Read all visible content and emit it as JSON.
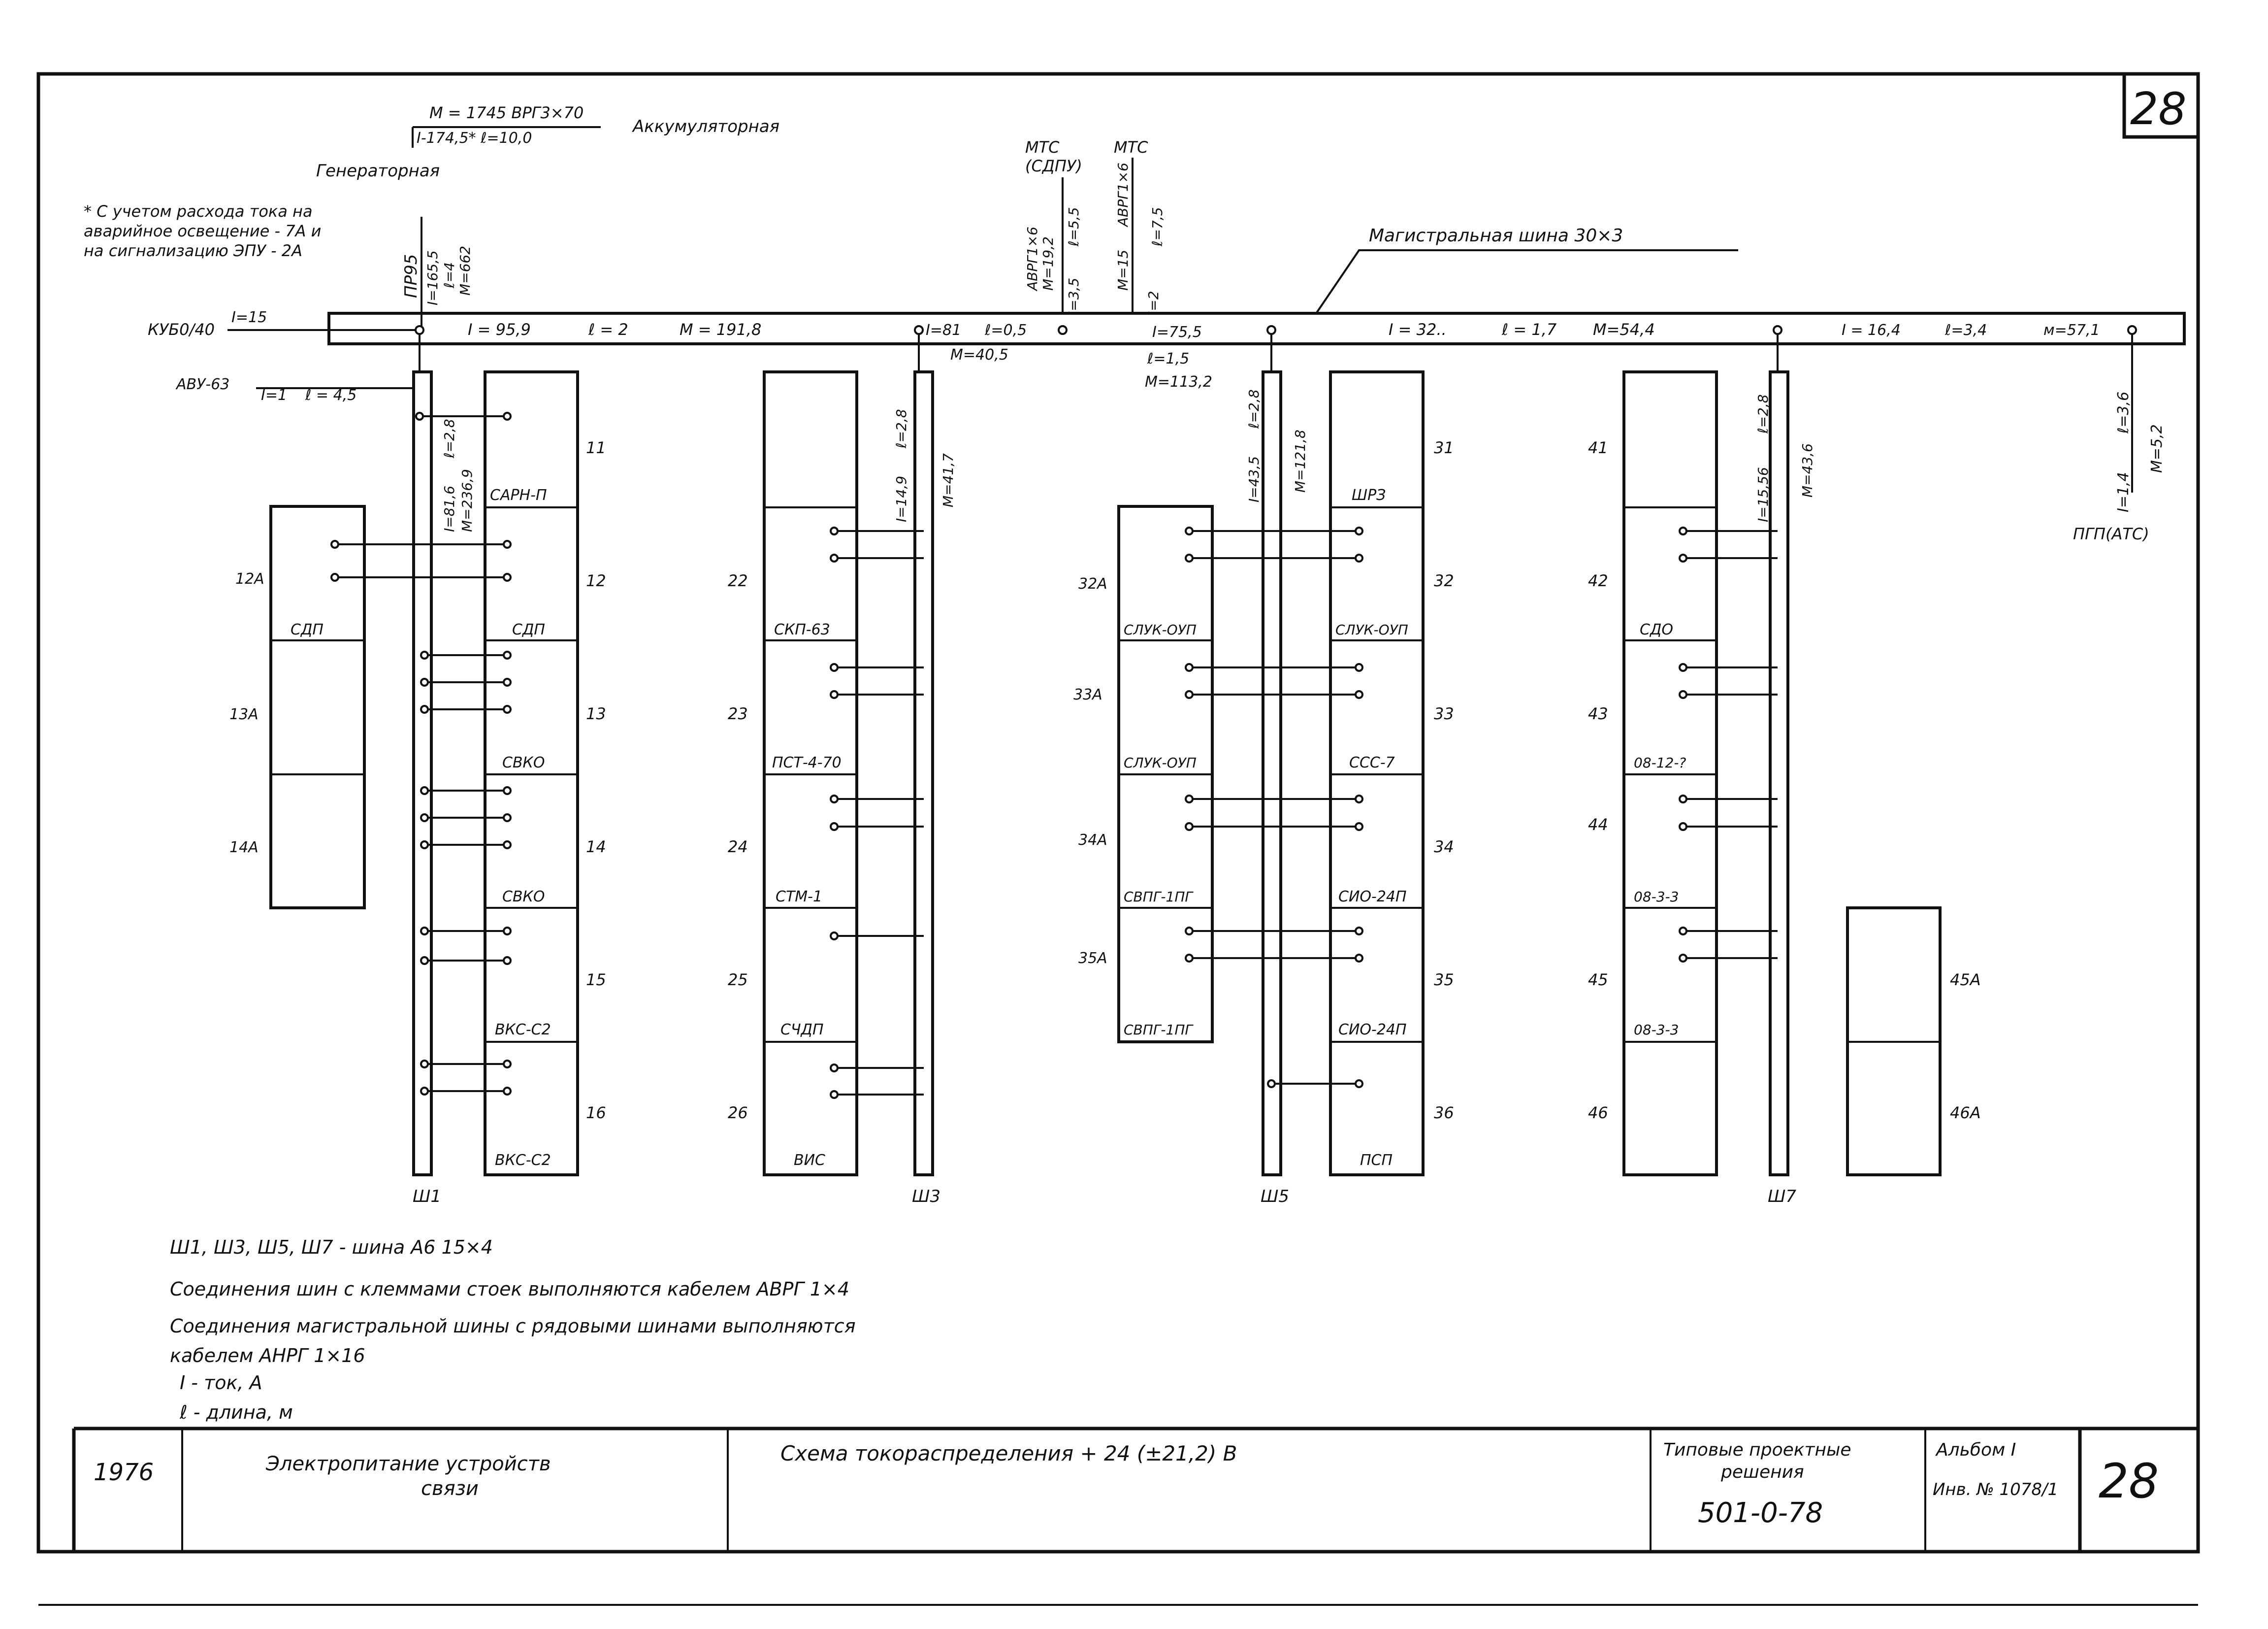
{
  "sheet_number": "28",
  "top_notes": {
    "cable_m": "M = 1745  ВРГ3×70",
    "cable_i": "I-174,5*  ℓ=10,0",
    "battery_room": "Аккумуляторная",
    "generator_room": "Генераторная",
    "footnote_1": "* С учетом расхода тока на",
    "footnote_2": "аварийное освещение - 7А и",
    "footnote_3": "на сигнализацию ЭПУ - 2А"
  },
  "mts": {
    "left_title": "МТС",
    "left_sub": "(СДПУ)",
    "left_cable": "АВРГ1×6",
    "left_m": "М=19,2",
    "left_l": "ℓ=5,5",
    "left_i": "I=3,5",
    "right_title": "МТС",
    "right_m": "М=15",
    "right_cable": "АВРГ1×6",
    "right_l": "ℓ=7,5",
    "right_i": "I=2"
  },
  "main_bus": {
    "title": "Магистральная шина 30×3",
    "kub": "КУБ0/40",
    "kub_i": "I=15",
    "pr": "ПР95",
    "pr_i": "I=165,5",
    "pr_l": "ℓ=4",
    "pr_m": "М=662",
    "seg1_i": "I = 95,9",
    "seg1_l": "ℓ = 2",
    "seg1_m": "М = 191,8",
    "seg2_i": "I=81",
    "seg2_l": "ℓ=0,5",
    "seg2_m": "М=40,5",
    "seg3_i": "I=75,5",
    "seg3_l": "ℓ=1,5",
    "seg3_m": "М=113,2",
    "seg4_i": "I = 32..",
    "seg4_l": "ℓ = 1,7",
    "seg4_m": "М=54,4",
    "seg5_i": "I = 16,4",
    "seg5_l": "ℓ=3,4",
    "seg5_m": "м=57,1",
    "avu": "АВУ-63",
    "avu_i": "I=1",
    "avu_l": "ℓ = 4,5",
    "pgp_i": "I=1,4",
    "pgp_l": "ℓ=3,6",
    "pgp_m": "М=5,2",
    "pgp": "ПГП(АТС)"
  },
  "bus_w1": {
    "label": "Ш1",
    "i": "I=81,6",
    "l": "ℓ=2,8",
    "m": "М=236,9"
  },
  "bus_w3": {
    "label": "Ш3",
    "i": "I=14,9",
    "l": "ℓ=2,8",
    "m": "М=41,7"
  },
  "bus_w5": {
    "label": "Ш5",
    "i": "I=43,5",
    "l": "ℓ=2,8",
    "m": "М=121,8"
  },
  "bus_w7": {
    "label": "Ш7",
    "i": "I=15,56",
    "l": "ℓ=2,8",
    "m": "М=43,6"
  },
  "racks": {
    "r11": "САРН-П",
    "r12": "СДП",
    "r13": "СВКО",
    "r14": "СВКО",
    "r15": "ВКС-С2",
    "r16": "ВКС-С2",
    "n11": "11",
    "n12": "12",
    "n13": "13",
    "n14": "14",
    "n15": "15",
    "n16": "16",
    "r12a": "СДП",
    "n12a": "12А",
    "n13a": "13А",
    "n14a": "14А",
    "r22": "СКП-63",
    "r23": "ПСТ-4-70",
    "r24": "СТМ-1",
    "r25": "СЧДП",
    "r26": "ВИС",
    "n22": "22",
    "n23": "23",
    "n24": "24",
    "n25": "25",
    "n26": "26",
    "r31": "ШРЗ",
    "r32": "СЛУК-ОУП",
    "r33": "ССС-7",
    "r34": "СИО-24П",
    "r35": "СИО-24П",
    "r36": "ПСП",
    "n31": "31",
    "n32": "32",
    "n33": "33",
    "n34": "34",
    "n35": "35",
    "n36": "36",
    "r32a": "СЛУК-ОУП",
    "r33a": "СЛУК-ОУП",
    "r34a": "СВПГ-1ПГ",
    "r35a": "СВПГ-1ПГ",
    "n32a": "32А",
    "n33a": "33А",
    "n34a": "34А",
    "n35a": "35А",
    "r42": "СДО",
    "r43": "08-12-?",
    "r44": "08-3-3",
    "r45": "08-3-3",
    "n41": "41",
    "n42": "42",
    "n43": "43",
    "n44": "44",
    "n45": "45",
    "n46": "46",
    "n45a": "45А",
    "n46a": "46А"
  },
  "notes": {
    "line1": "Ш1, Ш3, Ш5, Ш7 - шина   А6   15×4",
    "line2": "Соединения шин с клеммами стоек выполняются кабелем АВРГ 1×4",
    "line3": "Соединения магистральной шины с рядовыми шинами выполняются",
    "line4": "кабелем  АНРГ 1×16",
    "line5": "I - ток, А",
    "line6": "ℓ - длина, м"
  },
  "title_block": {
    "year": "1976",
    "subject_1": "Электропитание устройств",
    "subject_2": "связи",
    "drawing_title": "Схема токораспределения  + 24 (±21,2) В",
    "series_1": "Типовые проектные",
    "series_2": "решения",
    "series_code": "501-0-78",
    "album": "Альбом I",
    "inv": "Инв. № 1078/1",
    "sheet": "28"
  }
}
